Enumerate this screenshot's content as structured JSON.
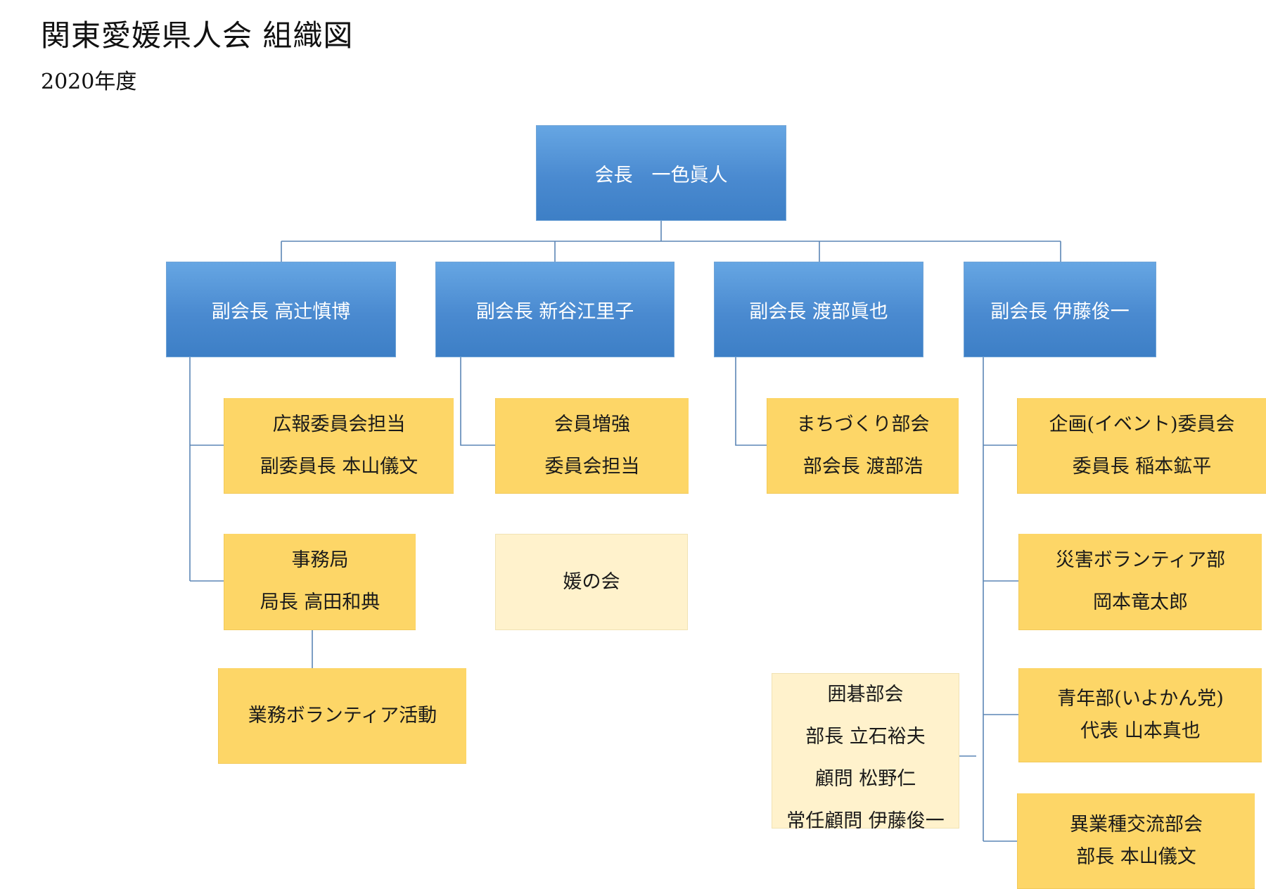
{
  "title": "関東愛媛県人会 組織図",
  "subtitle": "2020年度",
  "colors": {
    "executive_fill": "#5b9bd5",
    "committee_fill": "#fdd667",
    "pale_fill": "#fff2cc",
    "connector": "#5b86b5"
  },
  "president": {
    "label": "会長　一色眞人"
  },
  "vice_presidents": [
    {
      "label": "副会長 高辻慎博",
      "children": [
        {
          "lines": [
            "広報委員会担当",
            "副委員長 本山儀文"
          ]
        },
        {
          "lines": [
            "事務局",
            "局長 高田和典"
          ],
          "children": [
            {
              "lines": [
                "業務ボランティア活動"
              ]
            }
          ]
        }
      ]
    },
    {
      "label": "副会長 新谷江里子",
      "children": [
        {
          "lines": [
            "会員増強",
            "委員会担当"
          ]
        },
        {
          "lines": [
            "媛の会"
          ],
          "style": "pale"
        }
      ]
    },
    {
      "label": "副会長 渡部眞也",
      "children": [
        {
          "lines": [
            "まちづくり部会",
            "部会長 渡部浩"
          ]
        }
      ]
    },
    {
      "label": "副会長 伊藤俊一",
      "children": [
        {
          "lines": [
            "企画(イベント)委員会",
            "委員長 稲本鉱平"
          ]
        },
        {
          "lines": [
            "災害ボランティア部",
            "岡本竜太郎"
          ]
        },
        {
          "lines": [
            "青年部(いよかん党)",
            "代表 山本真也"
          ]
        },
        {
          "lines": [
            "異業種交流部会",
            "部長 本山儀文"
          ]
        },
        {
          "lines": [
            "囲碁部会",
            "部長 立石裕夫",
            "顧問 松野仁",
            "常任顧問 伊藤俊一"
          ],
          "style": "pale"
        }
      ]
    }
  ]
}
